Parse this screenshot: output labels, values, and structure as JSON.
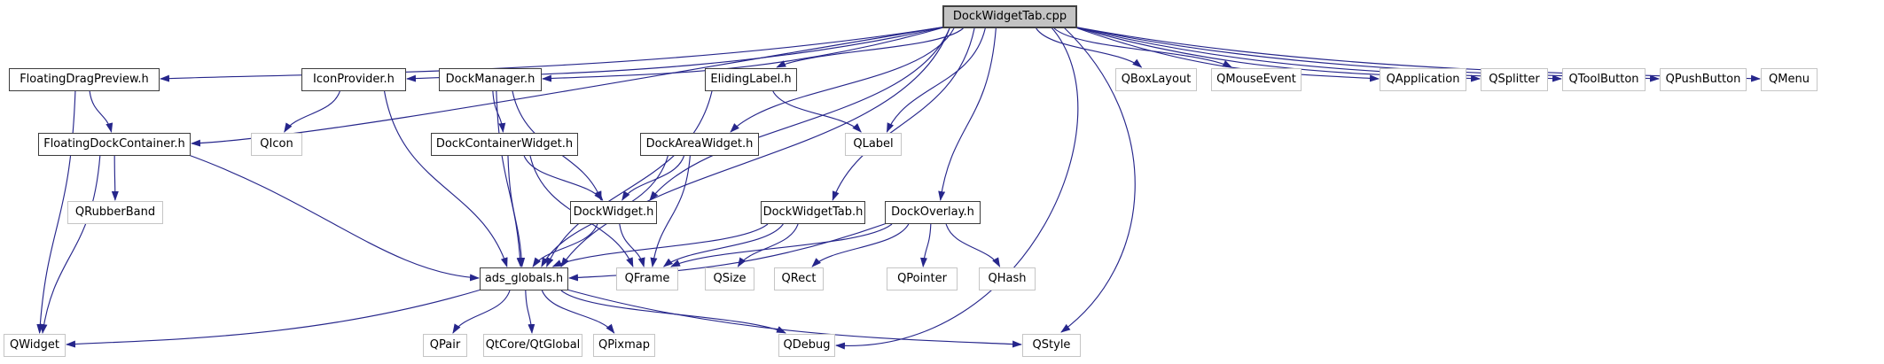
{
  "diagram": {
    "type": "include-dependency-graph",
    "root": "DockWidgetTab.cpp",
    "colors": {
      "edge": "#26268b",
      "node_fill": "#ffffff",
      "root_fill": "#c3c3c3",
      "internal_border": "#3c3c3c",
      "external_border": "#c5c5c5",
      "root_border": "#404040",
      "text": "#000000"
    },
    "nodes": [
      {
        "id": "DockWidgetTab.cpp",
        "label": "DockWidgetTab.cpp",
        "kind": "root"
      },
      {
        "id": "FloatingDragPreview.h",
        "label": "FloatingDragPreview.h",
        "kind": "internal"
      },
      {
        "id": "IconProvider.h",
        "label": "IconProvider.h",
        "kind": "internal"
      },
      {
        "id": "DockManager.h",
        "label": "DockManager.h",
        "kind": "internal"
      },
      {
        "id": "ElidingLabel.h",
        "label": "ElidingLabel.h",
        "kind": "internal"
      },
      {
        "id": "QBoxLayout",
        "label": "QBoxLayout",
        "kind": "external"
      },
      {
        "id": "QMouseEvent",
        "label": "QMouseEvent",
        "kind": "external"
      },
      {
        "id": "QApplication",
        "label": "QApplication",
        "kind": "external"
      },
      {
        "id": "QSplitter",
        "label": "QSplitter",
        "kind": "external"
      },
      {
        "id": "QToolButton",
        "label": "QToolButton",
        "kind": "external"
      },
      {
        "id": "QPushButton",
        "label": "QPushButton",
        "kind": "external"
      },
      {
        "id": "QMenu",
        "label": "QMenu",
        "kind": "external"
      },
      {
        "id": "FloatingDockContainer.h",
        "label": "FloatingDockContainer.h",
        "kind": "internal"
      },
      {
        "id": "QIcon",
        "label": "QIcon",
        "kind": "external"
      },
      {
        "id": "DockContainerWidget.h",
        "label": "DockContainerWidget.h",
        "kind": "internal"
      },
      {
        "id": "DockAreaWidget.h",
        "label": "DockAreaWidget.h",
        "kind": "internal"
      },
      {
        "id": "QLabel",
        "label": "QLabel",
        "kind": "external"
      },
      {
        "id": "QRubberBand",
        "label": "QRubberBand",
        "kind": "external"
      },
      {
        "id": "DockWidget.h",
        "label": "DockWidget.h",
        "kind": "internal"
      },
      {
        "id": "DockWidgetTab.h",
        "label": "DockWidgetTab.h",
        "kind": "internal"
      },
      {
        "id": "DockOverlay.h",
        "label": "DockOverlay.h",
        "kind": "internal"
      },
      {
        "id": "ads_globals.h",
        "label": "ads_globals.h",
        "kind": "internal"
      },
      {
        "id": "QFrame",
        "label": "QFrame",
        "kind": "external"
      },
      {
        "id": "QSize",
        "label": "QSize",
        "kind": "external"
      },
      {
        "id": "QRect",
        "label": "QRect",
        "kind": "external"
      },
      {
        "id": "QPointer",
        "label": "QPointer",
        "kind": "external"
      },
      {
        "id": "QHash",
        "label": "QHash",
        "kind": "external"
      },
      {
        "id": "QWidget",
        "label": "QWidget",
        "kind": "external"
      },
      {
        "id": "QPair",
        "label": "QPair",
        "kind": "external"
      },
      {
        "id": "QtCore/QtGlobal",
        "label": "QtCore/QtGlobal",
        "kind": "external"
      },
      {
        "id": "QPixmap",
        "label": "QPixmap",
        "kind": "external"
      },
      {
        "id": "QDebug",
        "label": "QDebug",
        "kind": "external"
      },
      {
        "id": "QStyle",
        "label": "QStyle",
        "kind": "external"
      }
    ],
    "edges": [
      {
        "from": "DockWidgetTab.cpp",
        "to": "FloatingDragPreview.h"
      },
      {
        "from": "DockWidgetTab.cpp",
        "to": "FloatingDockContainer.h"
      },
      {
        "from": "DockWidgetTab.cpp",
        "to": "IconProvider.h"
      },
      {
        "from": "DockWidgetTab.cpp",
        "to": "DockManager.h"
      },
      {
        "from": "DockWidgetTab.cpp",
        "to": "ElidingLabel.h"
      },
      {
        "from": "DockWidgetTab.cpp",
        "to": "DockAreaWidget.h"
      },
      {
        "from": "DockWidgetTab.cpp",
        "to": "QLabel"
      },
      {
        "from": "DockWidgetTab.cpp",
        "to": "DockWidget.h"
      },
      {
        "from": "DockWidgetTab.cpp",
        "to": "DockWidgetTab.h"
      },
      {
        "from": "DockWidgetTab.cpp",
        "to": "DockOverlay.h"
      },
      {
        "from": "DockWidgetTab.cpp",
        "to": "ads_globals.h"
      },
      {
        "from": "DockWidgetTab.cpp",
        "to": "QDebug"
      },
      {
        "from": "DockWidgetTab.cpp",
        "to": "QStyle"
      },
      {
        "from": "DockWidgetTab.cpp",
        "to": "QBoxLayout"
      },
      {
        "from": "DockWidgetTab.cpp",
        "to": "QMouseEvent"
      },
      {
        "from": "DockWidgetTab.cpp",
        "to": "QApplication"
      },
      {
        "from": "DockWidgetTab.cpp",
        "to": "QSplitter"
      },
      {
        "from": "DockWidgetTab.cpp",
        "to": "QToolButton"
      },
      {
        "from": "DockWidgetTab.cpp",
        "to": "QPushButton"
      },
      {
        "from": "DockWidgetTab.cpp",
        "to": "QMenu"
      },
      {
        "from": "FloatingDragPreview.h",
        "to": "FloatingDockContainer.h"
      },
      {
        "from": "FloatingDragPreview.h",
        "to": "QWidget"
      },
      {
        "from": "FloatingDockContainer.h",
        "to": "QRubberBand"
      },
      {
        "from": "FloatingDockContainer.h",
        "to": "ads_globals.h"
      },
      {
        "from": "FloatingDockContainer.h",
        "to": "QWidget"
      },
      {
        "from": "IconProvider.h",
        "to": "QIcon"
      },
      {
        "from": "IconProvider.h",
        "to": "ads_globals.h"
      },
      {
        "from": "DockManager.h",
        "to": "DockContainerWidget.h"
      },
      {
        "from": "DockManager.h",
        "to": "DockWidget.h"
      },
      {
        "from": "DockManager.h",
        "to": "ads_globals.h"
      },
      {
        "from": "ElidingLabel.h",
        "to": "QLabel"
      },
      {
        "from": "ElidingLabel.h",
        "to": "ads_globals.h"
      },
      {
        "from": "DockContainerWidget.h",
        "to": "DockWidget.h"
      },
      {
        "from": "DockContainerWidget.h",
        "to": "QFrame"
      },
      {
        "from": "DockContainerWidget.h",
        "to": "ads_globals.h"
      },
      {
        "from": "DockAreaWidget.h",
        "to": "DockWidget.h"
      },
      {
        "from": "DockAreaWidget.h",
        "to": "QFrame"
      },
      {
        "from": "DockAreaWidget.h",
        "to": "ads_globals.h"
      },
      {
        "from": "DockWidget.h",
        "to": "QFrame"
      },
      {
        "from": "DockWidget.h",
        "to": "ads_globals.h"
      },
      {
        "from": "DockWidgetTab.h",
        "to": "QFrame"
      },
      {
        "from": "DockWidgetTab.h",
        "to": "QSize"
      },
      {
        "from": "DockWidgetTab.h",
        "to": "ads_globals.h"
      },
      {
        "from": "DockOverlay.h",
        "to": "QFrame"
      },
      {
        "from": "DockOverlay.h",
        "to": "QRect"
      },
      {
        "from": "DockOverlay.h",
        "to": "QPointer"
      },
      {
        "from": "DockOverlay.h",
        "to": "QHash"
      },
      {
        "from": "DockOverlay.h",
        "to": "ads_globals.h"
      },
      {
        "from": "ads_globals.h",
        "to": "QWidget"
      },
      {
        "from": "ads_globals.h",
        "to": "QPair"
      },
      {
        "from": "ads_globals.h",
        "to": "QtCore/QtGlobal"
      },
      {
        "from": "ads_globals.h",
        "to": "QPixmap"
      },
      {
        "from": "ads_globals.h",
        "to": "QDebug"
      },
      {
        "from": "ads_globals.h",
        "to": "QStyle"
      }
    ]
  }
}
